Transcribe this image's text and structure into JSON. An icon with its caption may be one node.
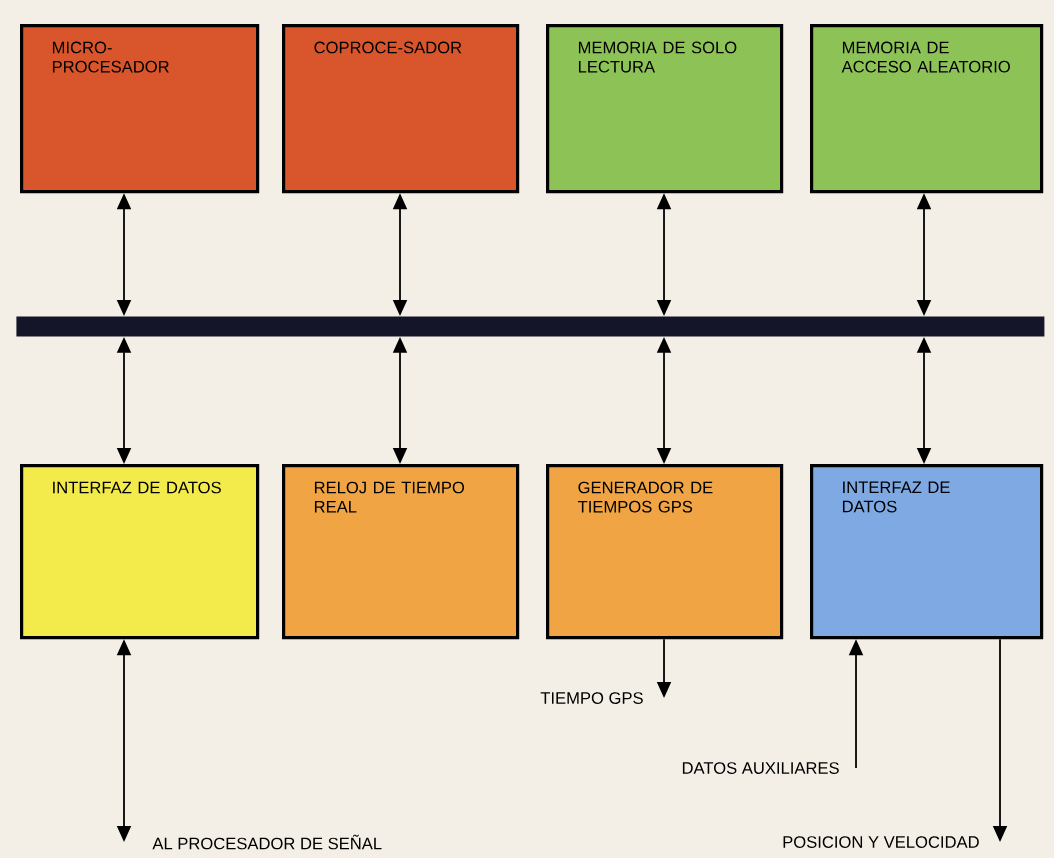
{
  "diagram": {
    "nodes": [
      {
        "text": [
          "MICRO-PROCESADOR"
        ]
      },
      {
        "text": [
          "COPROCE-SADOR"
        ]
      },
      {
        "text": [
          "MEMORIA DE SOLO LECTURA"
        ]
      },
      {
        "text": [
          "MEMORIA DE ACCESO ALEATORIO"
        ]
      },
      {
        "text": [
          "INTERFAZ DE DATOS"
        ]
      },
      {
        "text": [
          "RELOJ DE TIEMPO REAL"
        ]
      },
      {
        "text": [
          "GENERADOR DE TIEMPOS GPS"
        ]
      },
      {
        "text": [
          "INTERFAZ DE DATOS"
        ]
      },
      {
        "text": [],
        "shape": "bar"
      },
      {
        "text": [
          "TIEMPO GPS"
        ]
      },
      {
        "text": [
          "DATOS AUXILIARES"
        ]
      },
      {
        "text": [
          "AL PROCESADOR DE SEÑAL"
        ]
      },
      {
        "text": [
          "POSICION Y VELOCIDAD"
        ]
      }
    ],
    "edges": [
      {
        "from": 0,
        "to": 8,
        "arrow": "both"
      },
      {
        "from": 1,
        "to": 8,
        "arrow": "both"
      },
      {
        "from": 2,
        "to": 8,
        "arrow": "both"
      },
      {
        "from": 3,
        "to": 8,
        "arrow": "both"
      },
      {
        "from": 8,
        "to": 4,
        "arrow": "both"
      },
      {
        "from": 8,
        "to": 5,
        "arrow": "both"
      },
      {
        "from": 8,
        "to": 6,
        "arrow": "both"
      },
      {
        "from": 8,
        "to": 7,
        "arrow": "both"
      },
      {
        "from": 4,
        "to": 11,
        "arrow": "both"
      },
      {
        "from": 6,
        "to": 9,
        "arrow": "to"
      },
      {
        "from": 10,
        "to": 7,
        "arrow": "to"
      },
      {
        "from": 7,
        "to": 12,
        "arrow": "to"
      }
    ]
  }
}
